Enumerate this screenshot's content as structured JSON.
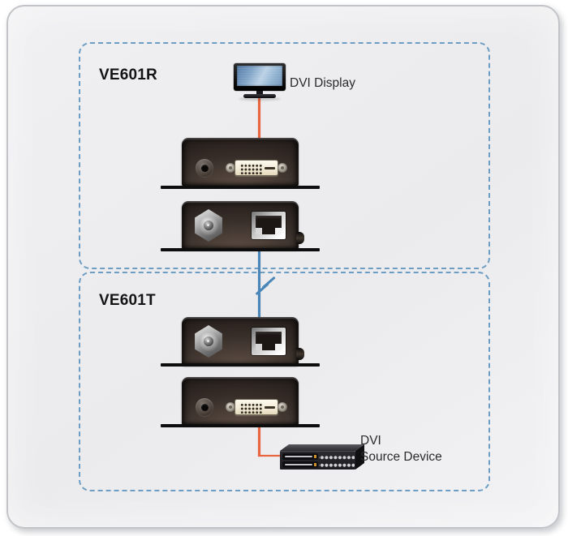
{
  "boxes": {
    "receiver": {
      "label": "VE601R"
    },
    "transmitter": {
      "label": "VE601T"
    }
  },
  "labels": {
    "display": "DVI Display",
    "source_line1": "DVI",
    "source_line2": "Source Device"
  },
  "icons": {
    "display": "dvi-monitor-icon",
    "receiver_unit_dvi_side": "extender-unit-with-dvi-port",
    "receiver_unit_link_side": "extender-unit-with-rj45-port",
    "transmitter_unit_link_side": "extender-unit-with-rj45-port",
    "transmitter_unit_dvi_side": "extender-unit-with-dvi-port",
    "source": "rack-source-device-icon",
    "cable_break": "cable-break-slashes-icon"
  },
  "colors": {
    "card_background": "#efeff1",
    "dashed_border": "#6d9dc3",
    "video_cable": "#e8653f",
    "link_cable": "#4a86b8",
    "label_text": "#141414",
    "device_body": "#2a2321",
    "dvi_connector_face": "#f3ecd8"
  },
  "connections": [
    {
      "from": "dvi-display",
      "to": "ve601r-unit",
      "cable_color": "#e8653f",
      "break_symbol": false
    },
    {
      "from": "ve601r-unit",
      "to": "ve601t-unit",
      "cable_color": "#4a86b8",
      "break_symbol": true
    },
    {
      "from": "ve601t-unit",
      "to": "dvi-source-device",
      "cable_color": "#e8653f",
      "break_symbol": false
    }
  ]
}
